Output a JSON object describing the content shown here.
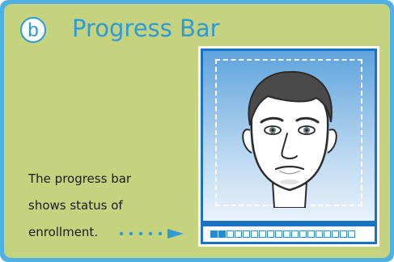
{
  "badge_letter": "b",
  "title": "Progress Bar",
  "description_lines": [
    "The progress bar",
    "shows status of",
    "enrollment."
  ],
  "progress": {
    "filled_segments": 2,
    "total_segments": 18
  },
  "colors": {
    "frame_border": "#4fb0e3",
    "panel_background": "#c5d27e",
    "accent_blue": "#2f9bd6",
    "screen_blue": "#1a72c4",
    "segment_fill": "#2a8ad0"
  },
  "icons": [
    "dotted-arrow-icon",
    "face-illustration"
  ]
}
